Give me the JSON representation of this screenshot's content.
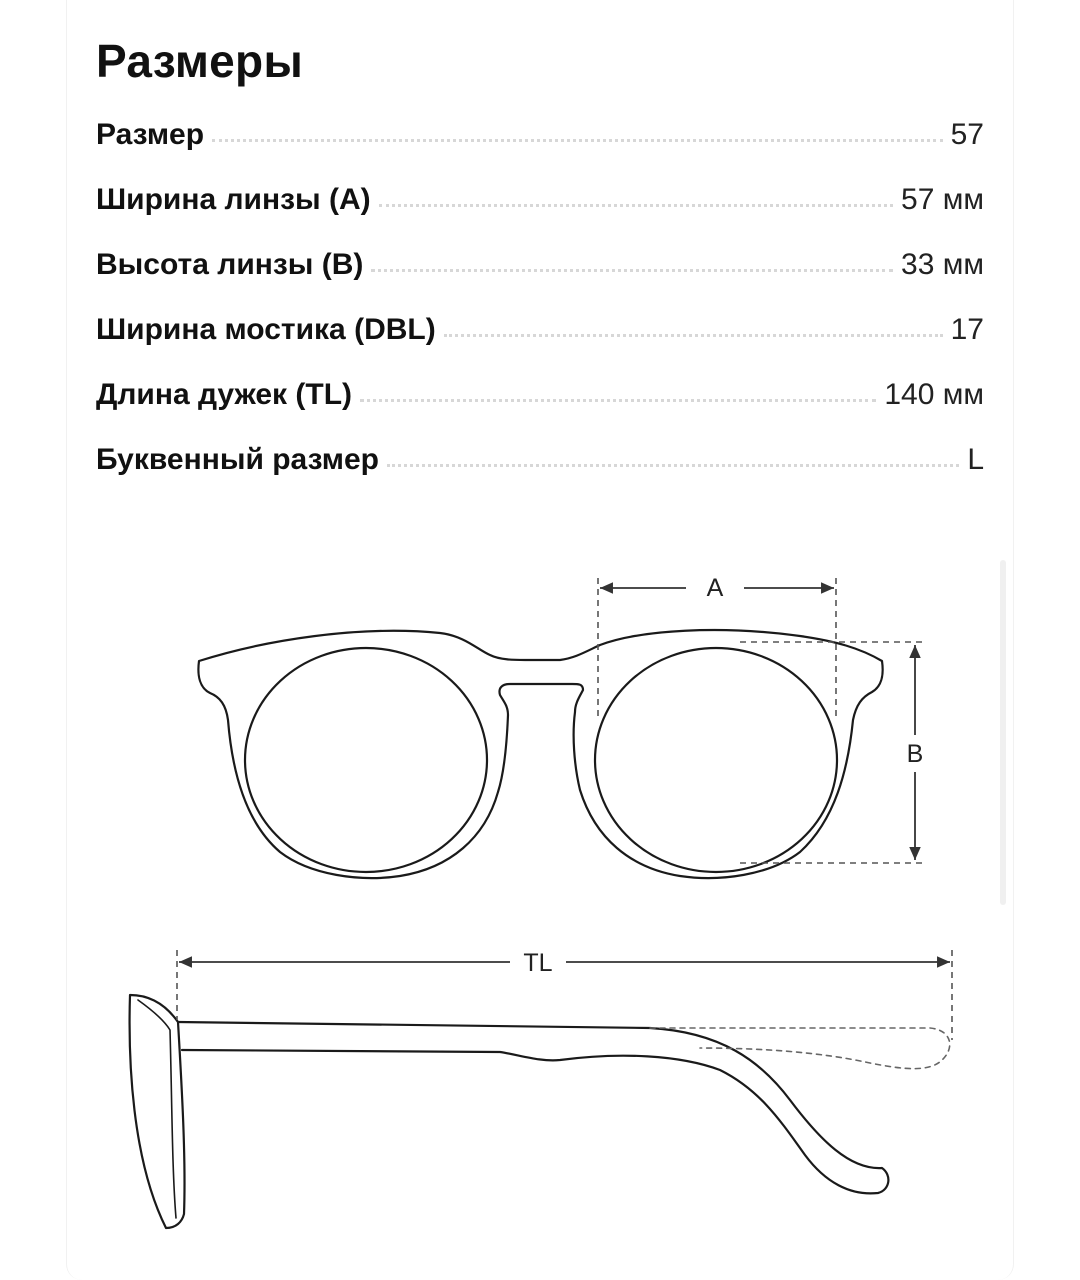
{
  "title": "Размеры",
  "specs": [
    {
      "label": "Размер",
      "value": "57"
    },
    {
      "label": "Ширина линзы (A)",
      "value": "57 мм"
    },
    {
      "label": "Высота линзы (B)",
      "value": "33 мм"
    },
    {
      "label": "Ширина мостика (DBL)",
      "value": "17"
    },
    {
      "label": "Длина дужек (TL)",
      "value": "140 мм"
    },
    {
      "label": "Буквенный размер",
      "value": "L"
    }
  ],
  "diagram": {
    "label_a": "A",
    "label_b": "B",
    "label_tl": "TL"
  }
}
